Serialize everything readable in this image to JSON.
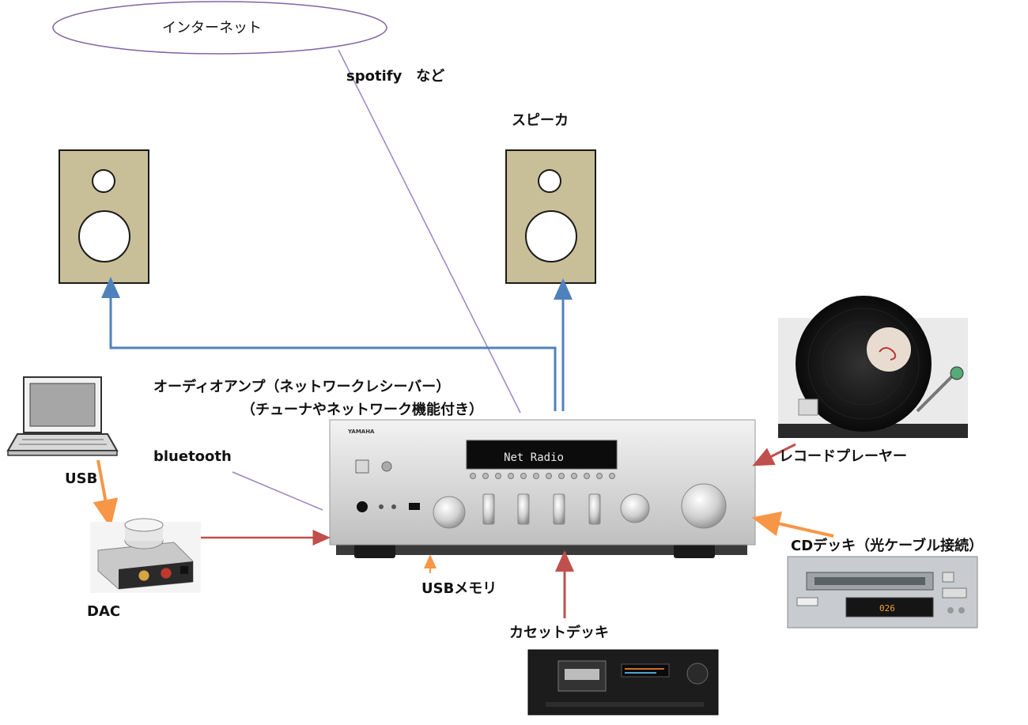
{
  "labels": {
    "internet": "インターネット",
    "spotify": "spotify　など",
    "speaker": "スピーカ",
    "amp_line1": "オーディオアンプ（ネットワークレシーバー）",
    "amp_line2": "（チューナやネットワーク機能付き）",
    "bluetooth": "bluetooth",
    "usb": "USB",
    "dac": "DAC",
    "usb_memory": "USBメモリ",
    "cassette": "カセットデッキ",
    "record_player": "レコードプレーヤー",
    "cd_deck": "CDデッキ（光ケーブル接続）"
  },
  "amp": {
    "brand": "YAMAHA",
    "display": "Net Radio"
  },
  "colors": {
    "speaker_blue": "#4f81bd",
    "input_red": "#c0504d",
    "input_orange": "#f79646",
    "wireless_purple": "#9d84c4",
    "speaker_body": "#c8bf98"
  }
}
